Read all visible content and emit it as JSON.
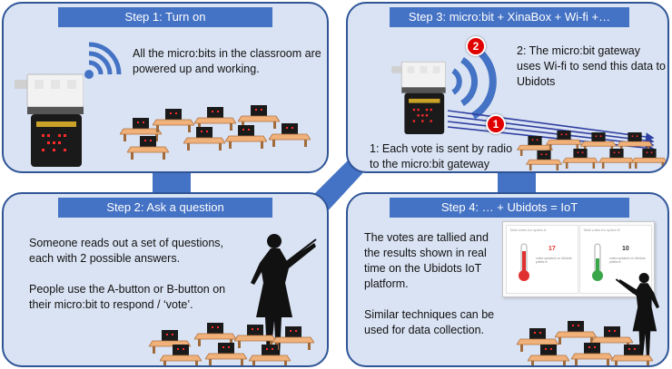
{
  "step1": {
    "title": "Step 1: Turn on",
    "text": "All the micro:bits in the classroom are powered up and working."
  },
  "step2": {
    "title": "Step 2: Ask a question",
    "text1": "Someone reads out a set of questions, each with 2 possible answers.",
    "text2": "People use the A-button or B-button on their micro:bit to respond / ‘vote’."
  },
  "step3": {
    "title": "Step 3: micro:bit + XinaBox + Wi-fi +…",
    "badge1": "1",
    "badge2": "2",
    "text_radio": "1: Each vote is sent by radio to the micro:bit gateway",
    "text_wifi": "2: The micro:bit gateway uses Wi-fi to send this data to Ubidots"
  },
  "step4": {
    "title": "Step 4: … + Ubidots = IoT",
    "text1": "The votes are tallied and the results shown in real time on the Ubidots IoT platform.",
    "text2": "Similar techniques can be used for data collection.",
    "card_a": {
      "title": "Total votes for option A",
      "value": "17",
      "note": "votes updated on Ubidots platform"
    },
    "card_b": {
      "title": "Total votes for option B",
      "value": "10",
      "note": "votes updated on Ubidots platform"
    }
  },
  "colors": {
    "panel_fill": "#dae3f3",
    "panel_border": "#2f5597",
    "header_fill": "#4472c4",
    "connector": "#4472c4",
    "wifi": "#4472c4",
    "badge": "#e00000",
    "microbit": "#1a1a1a",
    "led": "#ff2a2a",
    "desk": "#f0b27a"
  }
}
